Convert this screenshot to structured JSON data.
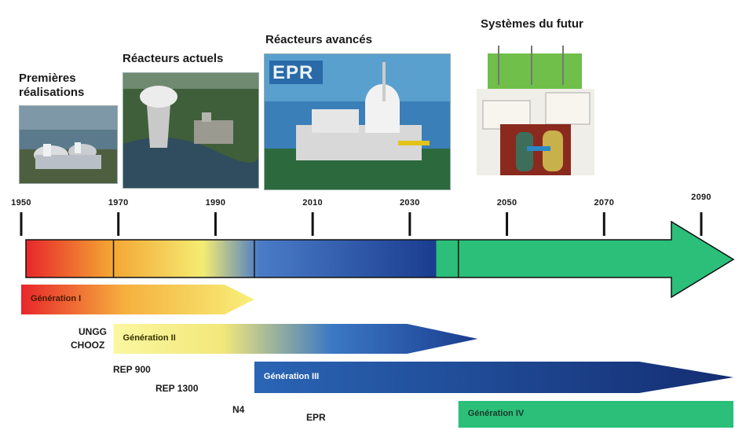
{
  "eras": {
    "first": "Premières réalisations",
    "current": "Réacteurs actuels",
    "advanced": "Réacteurs avancés",
    "future": "Systèmes du futur"
  },
  "epr_logo": "EPR",
  "years": [
    "1950",
    "1970",
    "1990",
    "2010",
    "2030",
    "2050",
    "2070",
    "2090"
  ],
  "generations": [
    {
      "label": "Génération I",
      "start": 1950,
      "end": 1998
    },
    {
      "label": "Génération II",
      "start": 1969,
      "end": 2044
    },
    {
      "label": "Génération III",
      "start": 1998,
      "end": 2100
    },
    {
      "label": "Génération IV",
      "start": 2040,
      "end": 2100
    }
  ],
  "reactors": {
    "ungg": "UNGG",
    "chooz": "CHOOZ",
    "rep900": "REP 900",
    "rep1300": "REP 1300",
    "n4": "N4",
    "epr": "EPR"
  },
  "colors": {
    "gen1": "#e8262b",
    "gen2": "#f7f07a",
    "gen3": "#1a3c8f",
    "gen4": "#2bbf7a",
    "arrow_green": "#2bbf7a"
  }
}
